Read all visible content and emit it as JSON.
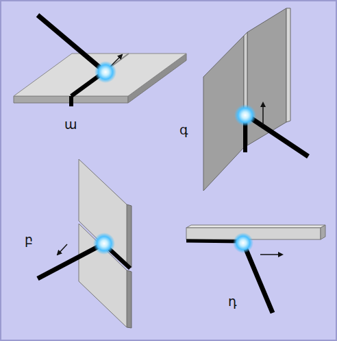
{
  "diagram": {
    "labels": [
      "ա",
      "գ",
      "բ",
      "դ"
    ]
  }
}
